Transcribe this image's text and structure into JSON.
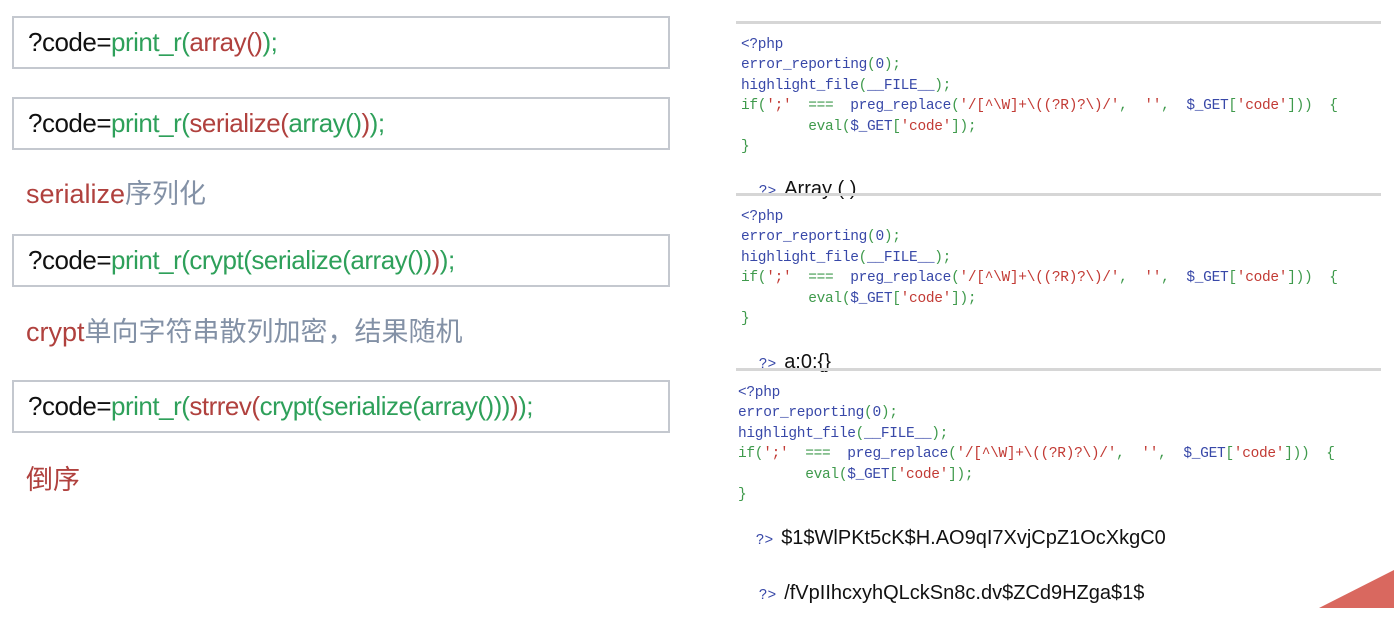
{
  "left": {
    "boxes": [
      {
        "segments": [
          {
            "t": "?code=",
            "c": "k"
          },
          {
            "t": "print_r(",
            "c": "g"
          },
          {
            "t": "array()",
            "c": "r"
          },
          {
            "t": ");",
            "c": "g"
          }
        ]
      },
      {
        "segments": [
          {
            "t": "?code=",
            "c": "k"
          },
          {
            "t": "print_r(",
            "c": "g"
          },
          {
            "t": "serialize(",
            "c": "r"
          },
          {
            "t": "array()",
            "c": "g"
          },
          {
            "t": ")",
            "c": "r"
          },
          {
            "t": ");",
            "c": "g"
          }
        ]
      },
      {
        "segments": [
          {
            "t": "?code=",
            "c": "k"
          },
          {
            "t": "print_r(crypt(serialize(array())",
            "c": "g"
          },
          {
            "t": ")",
            "c": "r"
          },
          {
            "t": ");",
            "c": "g"
          }
        ]
      },
      {
        "segments": [
          {
            "t": "?code=",
            "c": "k"
          },
          {
            "t": "print_r(",
            "c": "g"
          },
          {
            "t": "strrev(",
            "c": "r"
          },
          {
            "t": "crypt(serialize(array()))",
            "c": "g"
          },
          {
            "t": ")",
            "c": "r"
          },
          {
            "t": ");",
            "c": "g"
          }
        ]
      }
    ],
    "notes": [
      {
        "segments": [
          {
            "t": "serialize",
            "c": "r"
          },
          {
            "t": "序列化",
            "c": "d"
          }
        ]
      },
      {
        "segments": [
          {
            "t": "crypt",
            "c": "r"
          },
          {
            "t": "单向字符串散列加密，结果随机",
            "c": "d"
          }
        ]
      },
      {
        "segments": [
          {
            "t": "倒序",
            "c": "r"
          }
        ]
      }
    ]
  },
  "source_code": [
    [
      {
        "t": "<?php",
        "c": "cd"
      }
    ],
    [
      {
        "t": "error_reporting",
        "c": "cd"
      },
      {
        "t": "(",
        "c": "ck"
      },
      {
        "t": "0",
        "c": "cd"
      },
      {
        "t": ");",
        "c": "ck"
      }
    ],
    [
      {
        "t": "highlight_file",
        "c": "cd"
      },
      {
        "t": "(",
        "c": "ck"
      },
      {
        "t": "__FILE__",
        "c": "cd"
      },
      {
        "t": ");",
        "c": "ck"
      }
    ],
    [
      {
        "t": "if(",
        "c": "ck"
      },
      {
        "t": "';'",
        "c": "cs"
      },
      {
        "t": "  ===  ",
        "c": "ck"
      },
      {
        "t": "preg_replace",
        "c": "cd"
      },
      {
        "t": "(",
        "c": "ck"
      },
      {
        "t": "'/[^\\W]+\\((?R)?\\)/'",
        "c": "cs"
      },
      {
        "t": ",  ",
        "c": "ck"
      },
      {
        "t": "''",
        "c": "cs"
      },
      {
        "t": ",  ",
        "c": "ck"
      },
      {
        "t": "$_GET",
        "c": "cd"
      },
      {
        "t": "[",
        "c": "ck"
      },
      {
        "t": "'code'",
        "c": "cs"
      },
      {
        "t": "]))  {",
        "c": "ck"
      }
    ],
    [
      {
        "t": "        eval(",
        "c": "ck"
      },
      {
        "t": "$_GET",
        "c": "cd"
      },
      {
        "t": "[",
        "c": "ck"
      },
      {
        "t": "'code'",
        "c": "cs"
      },
      {
        "t": "]);",
        "c": "ck"
      }
    ],
    [
      {
        "t": "}",
        "c": "ck"
      }
    ]
  ],
  "php_close": "?>",
  "outputs": [
    [
      "Array ( )"
    ],
    [
      "a:0:{}"
    ],
    [
      "$1$WlPKt5cK$H.AO9qI7XvjCpZ1OcXkgC0",
      "/fVpIIhcxyhQLckSn8c.dv$ZCd9HZga$1$"
    ]
  ]
}
